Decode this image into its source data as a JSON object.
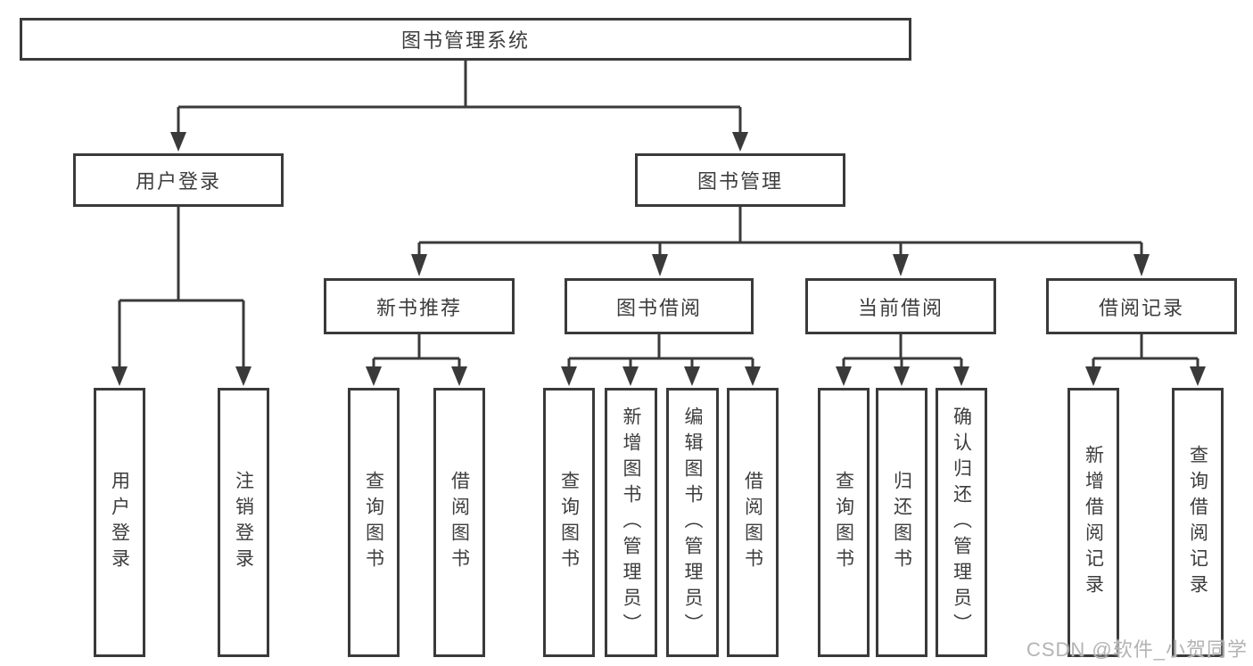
{
  "colors": {
    "line": "#3a3a3a",
    "box_border": "#3a3a3a",
    "box_background": "#ffffff",
    "text": "#3d3d3d",
    "watermark": "#b3b3b3"
  },
  "diagram": {
    "root_label": "图书管理系统",
    "level1": [
      {
        "label": "用户登录"
      },
      {
        "label": "图书管理"
      }
    ],
    "level2": [
      {
        "label": "新书推荐"
      },
      {
        "label": "图书借阅"
      },
      {
        "label": "当前借阅"
      },
      {
        "label": "借阅记录"
      }
    ],
    "leaves": {
      "user_login": [
        "用户登录",
        "注销登录"
      ],
      "new_book_recommend": [
        "查询图书",
        "借阅图书"
      ],
      "book_borrow": [
        "查询图书",
        "新增图书（管理员）",
        "编辑图书（管理员）",
        "借阅图书"
      ],
      "current_borrow": [
        "查询图书",
        "归还图书",
        "确认归还（管理员）"
      ],
      "borrow_records": [
        "新增借阅记录",
        "查询借阅记录"
      ]
    }
  },
  "watermark": "CSDN @软件_小贺同学"
}
